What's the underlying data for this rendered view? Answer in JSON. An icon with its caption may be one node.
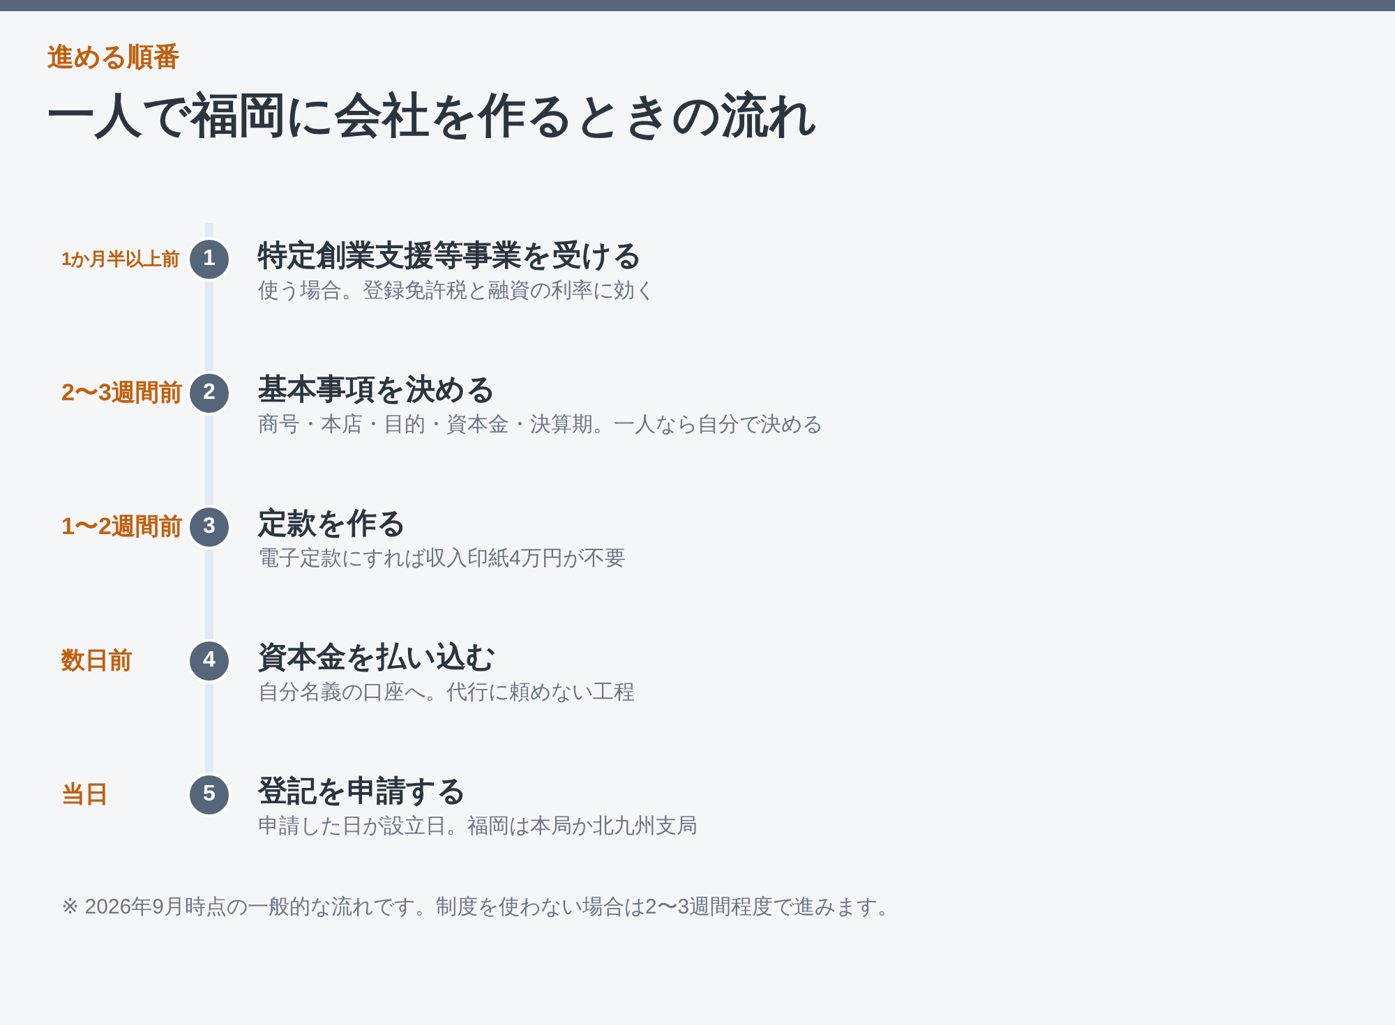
{
  "diagram": {
    "title": "一人で福岡に会社を作るときの流れ",
    "nodes": [
      {
        "text": [
          "1"
        ],
        "beside": [
          "1か月半以上前",
          "特定創業支援等事業を受ける",
          "使う場合。登録免許税と融資の利率に効く"
        ]
      },
      {
        "text": [
          "2"
        ],
        "beside": [
          "2〜3週間前",
          "基本事項を決める",
          "商号・本店・目的・資本金・決算期。一人なら自分で決める"
        ]
      },
      {
        "text": [
          "3"
        ],
        "beside": [
          "1〜2週間前",
          "定款を作る",
          "電子定款にすれば収入印紙4万円が不要"
        ]
      },
      {
        "text": [
          "4"
        ],
        "beside": [
          "数日前",
          "資本金を払い込む",
          "自分名義の口座へ。代行に頼めない工程"
        ]
      },
      {
        "text": [
          "5"
        ],
        "beside": [
          "当日",
          "登記を申請する",
          "申請した日が設立日。福岡は本局か北九州支局"
        ]
      }
    ],
    "edges": [
      {
        "from": 0,
        "to": 1,
        "arrow": "none"
      },
      {
        "from": 1,
        "to": 2,
        "arrow": "none"
      },
      {
        "from": 2,
        "to": 3,
        "arrow": "none"
      },
      {
        "from": 3,
        "to": 4,
        "arrow": "none"
      }
    ],
    "labels": [
      "進める順番",
      "※ 2026年9月時点の一般的な流れです。制度を使わない場合は2〜3週間程度で進みます。"
    ]
  }
}
